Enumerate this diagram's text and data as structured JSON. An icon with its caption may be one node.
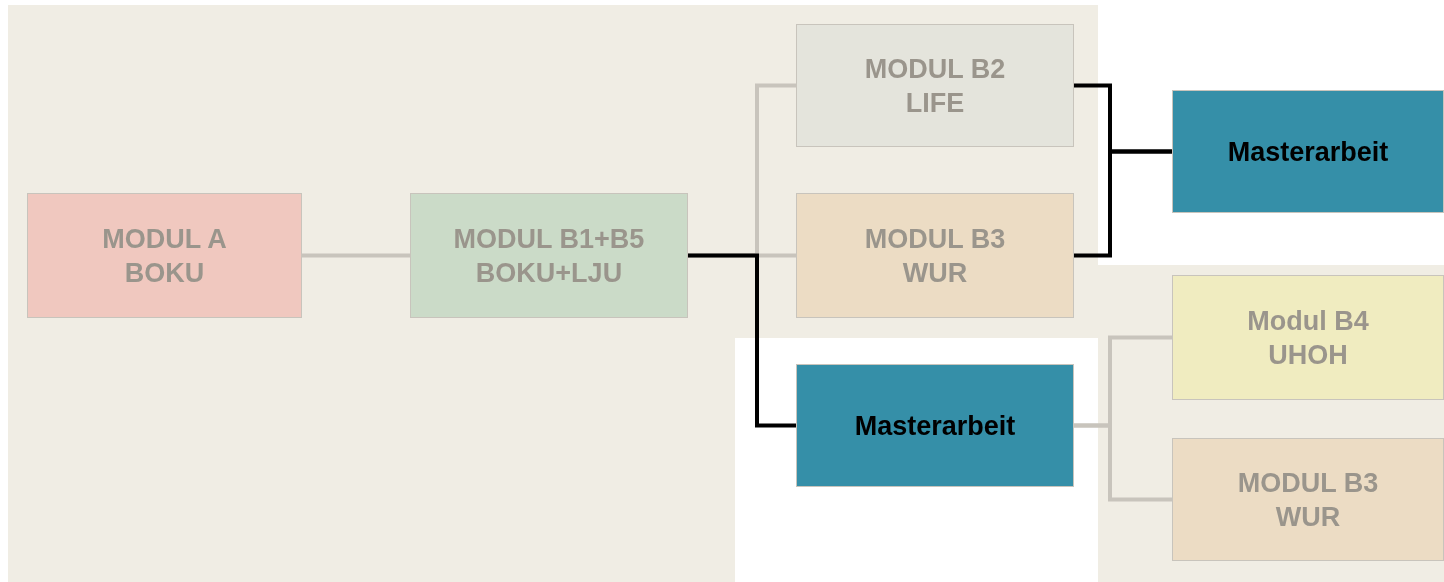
{
  "diagram": {
    "nodes": [
      {
        "text": [
          "MODUL A BOKU"
        ]
      },
      {
        "text": [
          "MODUL B1+B5 BOKU+LJU"
        ]
      },
      {
        "text": [
          "MODUL B2 LIFE"
        ]
      },
      {
        "text": [
          "MODUL B3 WUR"
        ]
      },
      {
        "text": [
          "Masterarbeit"
        ]
      },
      {
        "text": [
          "Masterarbeit"
        ]
      },
      {
        "text": [
          "Modul B4 UHOH"
        ]
      },
      {
        "text": [
          "MODUL B3 WUR"
        ]
      }
    ],
    "edges": [
      {
        "from": 0,
        "to": 1,
        "arrow": "none"
      },
      {
        "from": 1,
        "to": 2,
        "arrow": "none"
      },
      {
        "from": 1,
        "to": 3,
        "arrow": "none"
      },
      {
        "from": 1,
        "to": 5,
        "arrow": "none",
        "color": "#000000"
      },
      {
        "from": 2,
        "to": 4,
        "arrow": "none",
        "color": "#000000"
      },
      {
        "from": 3,
        "to": 4,
        "arrow": "none",
        "color": "#000000"
      },
      {
        "from": 5,
        "to": 6,
        "arrow": "none"
      },
      {
        "from": 5,
        "to": 7,
        "arrow": "none"
      }
    ]
  }
}
